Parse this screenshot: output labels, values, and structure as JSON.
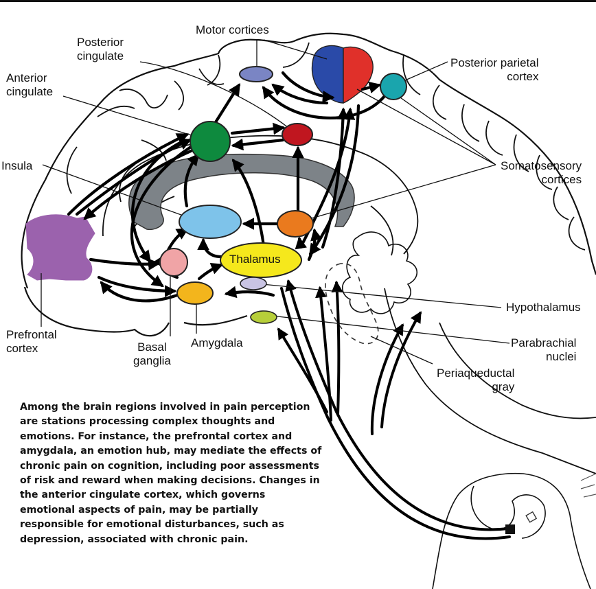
{
  "labels": {
    "motor_cortices": "Motor cortices",
    "posterior_cingulate": "Posterior\ncingulate",
    "posterior_parietal_cortex": "Posterior parietal\ncortex",
    "anterior_cingulate": "Anterior\ncingulate",
    "insula": "Insula",
    "somatosensory_cortices": "Somatosensory\ncortices",
    "thalamus": "Thalamus",
    "hypothalamus": "Hypothalamus",
    "parabrachial_nuclei": "Parabrachial\nnuclei",
    "periaqueductal_gray": "Periaqueductal\ngray",
    "prefrontal_cortex": "Prefrontal\ncortex",
    "basal_ganglia": "Basal\nganglia",
    "amygdala": "Amygdala"
  },
  "caption": "Among the brain regions involved in pain perception are stations processing complex thoughts and emotions. For instance, the prefrontal cortex and amygdala, an emotion hub, may mediate the effects of chronic pain on cognition, including poor assessments of risk and reward when making decisions. Changes in the anterior cingulate cortex, which governs emotional aspects of pain, may be partially responsible for emotional disturbances, such as depression, associated with chronic pain.",
  "colors": {
    "anterior_cingulate": "#0e8a3e",
    "posterior_cingulate": "#c0161f",
    "motor_cortices": "#7a85c4",
    "motor_strip": "#2a4aa8",
    "somatosensory_strip": "#e0302a",
    "posterior_parietal_cortex": "#1aa5ad",
    "insula": "#7ec3ea",
    "somatosensory_node": "#ea7a1e",
    "thalamus": "#f5e81c",
    "basal_ganglia": "#f0a4a6",
    "amygdala": "#f3b51c",
    "hypothalamus": "#c9c4e3",
    "parabrachial_nuclei": "#b7cf3a",
    "prefrontal_cortex": "#9b62ad",
    "corpus_callosum": "#7d8388"
  }
}
